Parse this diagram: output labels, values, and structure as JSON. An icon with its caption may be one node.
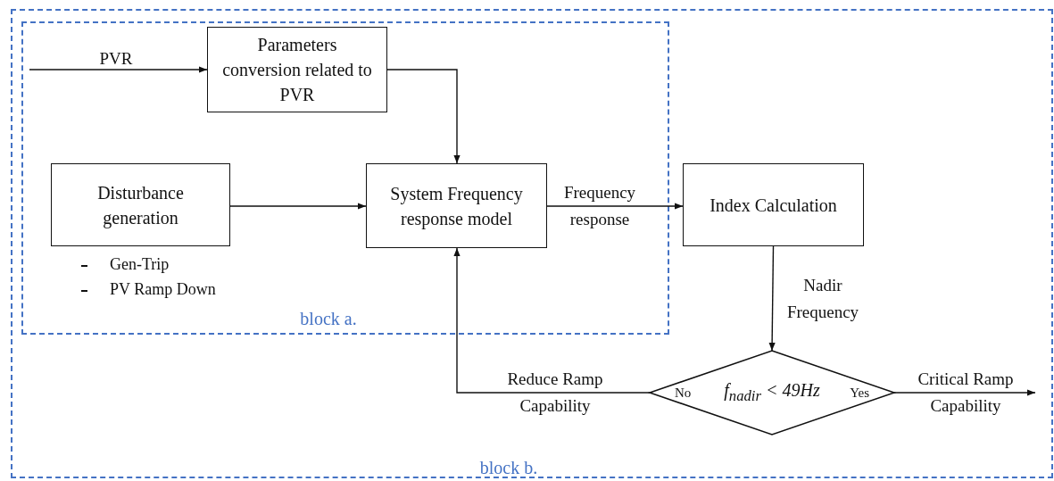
{
  "diagram": {
    "nodes": [
      {
        "text": [
          "block b."
        ]
      },
      {
        "text": [
          "block a."
        ],
        "in": 0
      },
      {
        "text": [
          "Parameters conversion related to PVR"
        ],
        "in": 1
      },
      {
        "text": [
          "Disturbance generation"
        ],
        "in": 1,
        "beside": [
          "Gen-Trip",
          "PV Ramp Down"
        ]
      },
      {
        "text": [
          "System Frequency response model"
        ],
        "in": 1
      },
      {
        "text": [
          "Index Calculation"
        ],
        "in": 0
      },
      {
        "text": [
          "No",
          "f$_{nadir}$ < 49Hz",
          "Yes"
        ],
        "in": 0
      }
    ],
    "edges": [
      {
        "from": null,
        "to": 2,
        "arrow": "to",
        "label": "PVR"
      },
      {
        "from": 2,
        "to": 4,
        "arrow": "to"
      },
      {
        "from": 3,
        "to": 4,
        "arrow": "to"
      },
      {
        "from": 4,
        "to": 5,
        "arrow": "to",
        "label": "Frequency response"
      },
      {
        "from": 5,
        "to": 6,
        "arrow": "to",
        "label": "Nadir Frequency"
      },
      {
        "from": 6,
        "to": 4,
        "arrow": "to",
        "label": "Reduce Ramp Capability"
      },
      {
        "from": 6,
        "to": null,
        "arrow": "to",
        "label": "Critical Ramp Capability"
      }
    ]
  }
}
